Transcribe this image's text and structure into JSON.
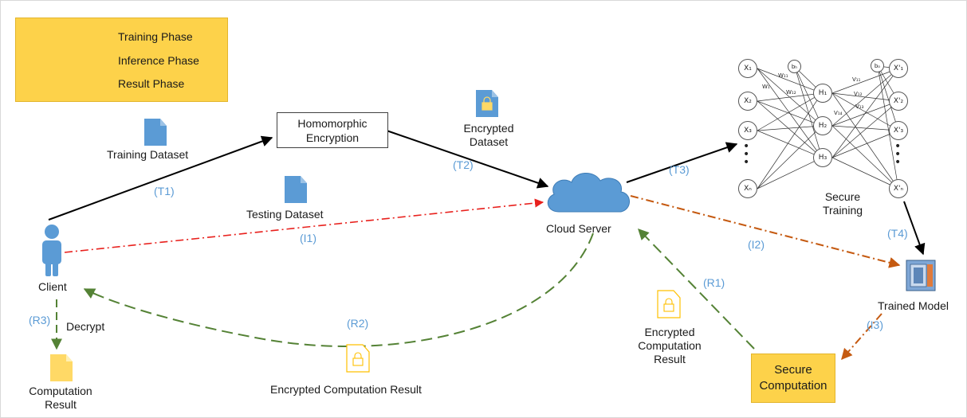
{
  "legend": {
    "training": "Training Phase",
    "inference": "Inference Phase",
    "result": "Result Phase"
  },
  "colors": {
    "training": "#000000",
    "inference": "#c55a11",
    "inference_client": "#e8211d",
    "result": "#548235",
    "step_label": "#5b9bd5",
    "file_blue": "#5b9bd5",
    "file_yellow": "#ffd966",
    "legend_bg": "#fdd24a"
  },
  "labels": {
    "training_dataset": "Training Dataset",
    "homomorphic": "Homomorphic",
    "encryption": "Encryption",
    "encrypted_dataset_1": "Encrypted",
    "encrypted_dataset_2": "Dataset",
    "testing_dataset": "Testing Dataset",
    "cloud_server": "Cloud Server",
    "secure_training_1": "Secure",
    "secure_training_2": "Training",
    "trained_model": "Trained Model",
    "client": "Client",
    "decrypt": "Decrypt",
    "computation_result_1": "Computation",
    "computation_result_2": "Result",
    "encrypted_computation_result": "Encrypted Computation Result",
    "enc_comp_1": "Encrypted",
    "enc_comp_2": "Computation",
    "enc_comp_3": "Result",
    "secure_comp_1": "Secure",
    "secure_comp_2": "Computation"
  },
  "steps": {
    "t1": "(T1)",
    "t2": "(T2)",
    "t3": "(T3)",
    "t4": "(T4)",
    "i1": "(I1)",
    "i2": "(I2)",
    "i3": "(I3)",
    "r1": "(R1)",
    "r2": "(R2)",
    "r3": "(R3)"
  },
  "nn": {
    "inputs": [
      "X₁",
      "X₂",
      "X₃",
      "Xₙ"
    ],
    "hidden": [
      "H₁",
      "H₂",
      "H₃"
    ],
    "outputs": [
      "X'₁",
      "X'₂",
      "X'₃",
      "X'ₙ"
    ],
    "bias_hidden": "bₕ",
    "bias_out": "bₒ",
    "weights_in": [
      "W₁₁",
      "W₁",
      "W₁₂"
    ],
    "weights_out": [
      "V₁₁",
      "V₁₂",
      "V₁₄",
      "V₁₃"
    ],
    "dots": "•\n•\n•"
  }
}
